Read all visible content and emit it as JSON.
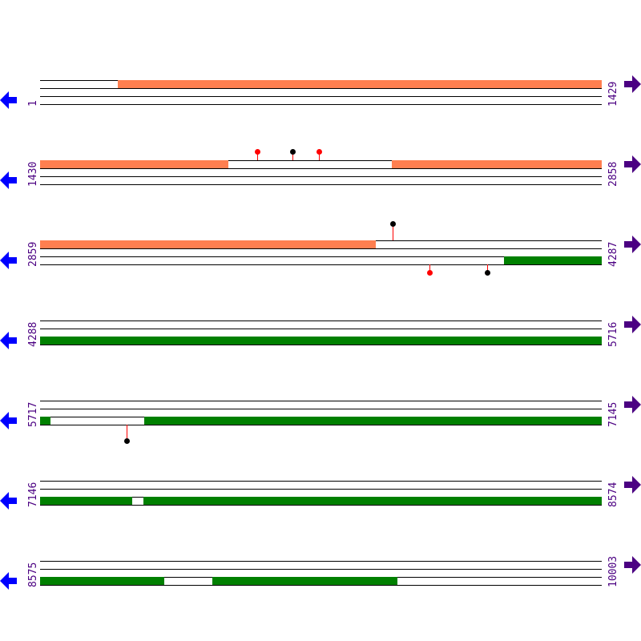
{
  "colors": {
    "orange": "#ff7f50",
    "green": "#008000",
    "line": "#000000",
    "label": "#4b0082",
    "left_arrow": "#0000ff",
    "right_arrow": "#4b0082",
    "pin_red": "#ff0000",
    "pin_black": "#000000"
  },
  "rows": [
    {
      "start": "1",
      "end": "1429"
    },
    {
      "start": "1430",
      "end": "2858"
    },
    {
      "start": "2859",
      "end": "4287"
    },
    {
      "start": "4288",
      "end": "5716"
    },
    {
      "start": "5717",
      "end": "7145"
    },
    {
      "start": "7146",
      "end": "8574"
    },
    {
      "start": "8575",
      "end": "10003"
    }
  ],
  "icons": {
    "left": "arrow-left-icon",
    "right": "arrow-right-icon"
  }
}
